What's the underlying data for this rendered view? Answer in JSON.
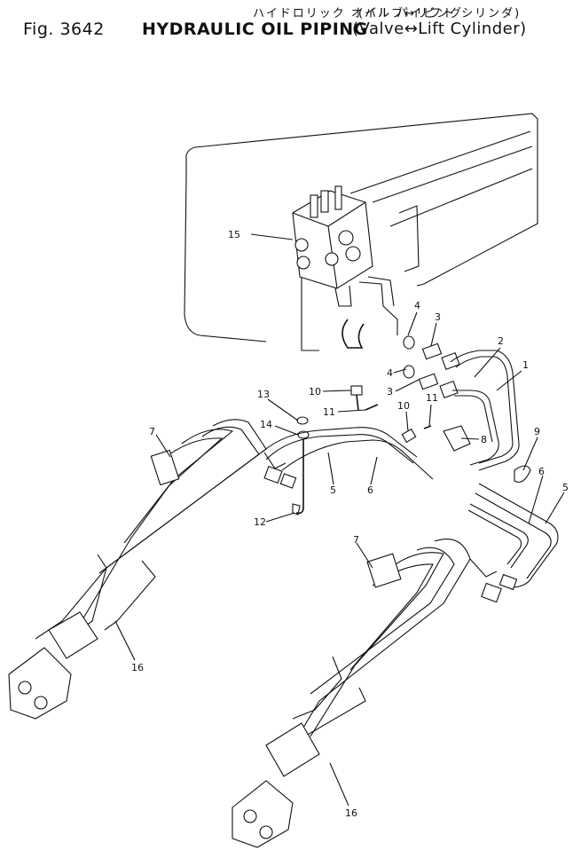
{
  "figure": {
    "number": "Fig. 3642",
    "title_en": "HYDRAULIC OIL PIPING",
    "title_jp": "ハイドロリック オイル パイピング",
    "subtitle_en": "(Valve↔Lift Cylinder)",
    "subtitle_jp": "(バルブ↔リフト シリンダ)"
  },
  "callouts": [
    "15",
    "4",
    "3",
    "2",
    "1",
    "10",
    "3",
    "4",
    "13",
    "11",
    "10",
    "11",
    "8",
    "14",
    "9",
    "7",
    "5",
    "6",
    "6",
    "5",
    "12",
    "7",
    "16",
    "16"
  ]
}
